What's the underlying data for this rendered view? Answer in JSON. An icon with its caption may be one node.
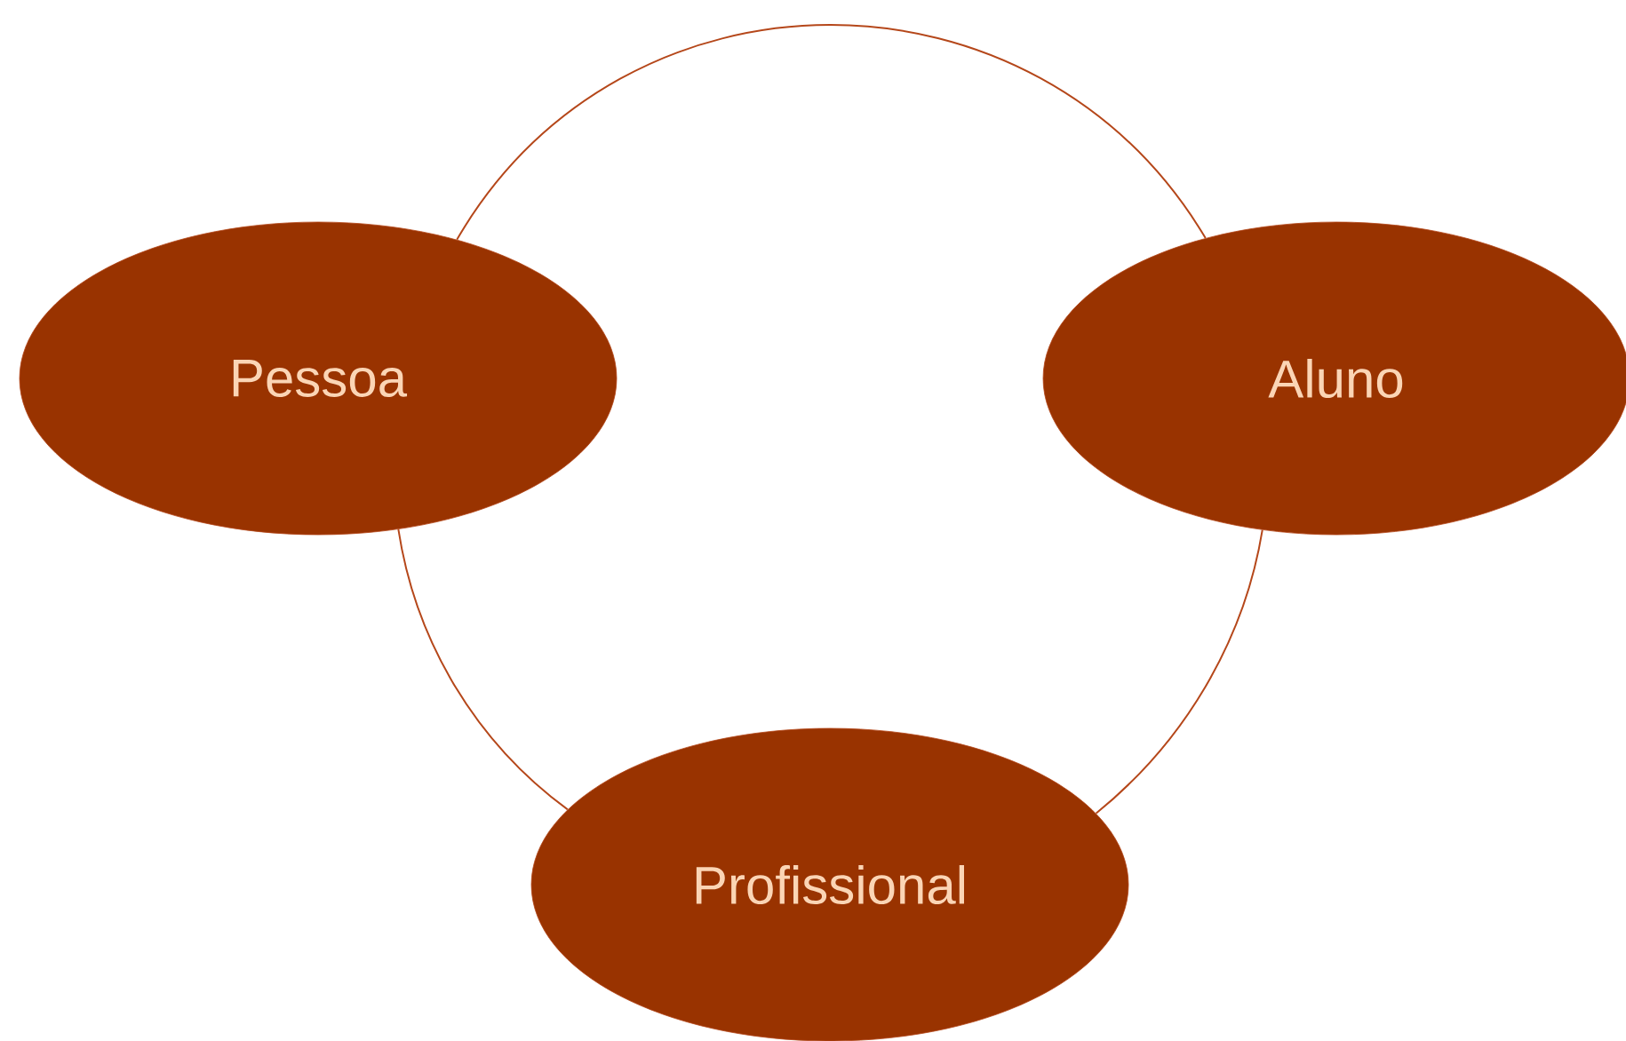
{
  "diagram": {
    "nodes": [
      {
        "text": [
          "Pessoa"
        ]
      },
      {
        "text": [
          "Aluno"
        ]
      },
      {
        "text": [
          "Profissional"
        ]
      }
    ],
    "edges": [
      {
        "from": 0,
        "to": 1,
        "arrow": "none"
      },
      {
        "from": 1,
        "to": 2,
        "arrow": "none"
      },
      {
        "from": 2,
        "to": 0,
        "arrow": "none"
      }
    ]
  }
}
